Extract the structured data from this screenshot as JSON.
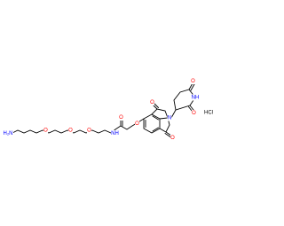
{
  "colors": {
    "background": "#ffffff",
    "bond": "#000000",
    "oxygen": "#ff0000",
    "nitrogen": "#0000ff"
  },
  "labels": {
    "amine": "H₂N",
    "ether_o1": "O",
    "ether_o2": "O",
    "ether_o3": "O",
    "amide_nh": "NH",
    "amide_o": "O",
    "aryl_ether_o": "O",
    "imide_o_top": "O",
    "imide_o_bottom": "O",
    "imide_n": "N",
    "ring_o_top": "O",
    "ring_nh": "NH",
    "ring_o_side": "O",
    "salt": "HCl"
  }
}
